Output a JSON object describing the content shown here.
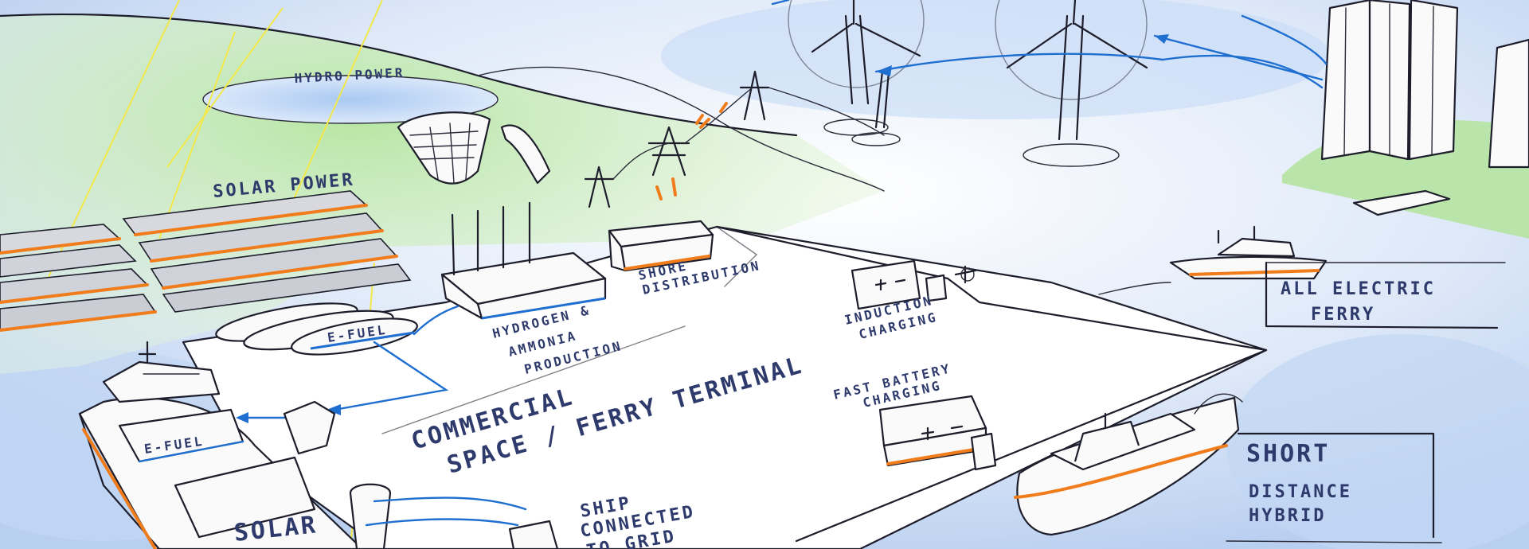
{
  "labels": {
    "hydro_power": "HYDRO POWER",
    "solar_power": "SOLAR POWER",
    "hydrogen_1": "HYDROGEN &",
    "hydrogen_2": "AMMONIA",
    "hydrogen_3": "PRODUCTION",
    "shore_1": "SHORE",
    "shore_2": "DISTRIBUTION",
    "induction_1": "INDUCTION",
    "induction_2": "CHARGING",
    "efuel_tank": "E-FUEL",
    "efuel_ship": "E-FUEL",
    "commercial_1": "COMMERCIAL",
    "commercial_2": "SPACE / FERRY TERMINAL",
    "fast_battery_1": "FAST BATTERY",
    "fast_battery_2": "CHARGING",
    "all_electric_1": "ALL ELECTRIC",
    "all_electric_2": "FERRY",
    "short_distance_1": "SHORT",
    "short_distance_2": "DISTANCE",
    "short_distance_3": "HYBRID",
    "ship_grid_1": "SHIP",
    "ship_grid_2": "CONNECTED",
    "ship_grid_3": "TO GRID",
    "solar_ship": "SOLAR"
  },
  "colors": {
    "water": "#cfe0f7",
    "land": "#9fd98c",
    "ink": "#1d1d2b",
    "label": "#2d3a6b",
    "accent": "#f07c1c",
    "flow": "#1f6fd1",
    "sun_ray": "#f2e84a"
  }
}
